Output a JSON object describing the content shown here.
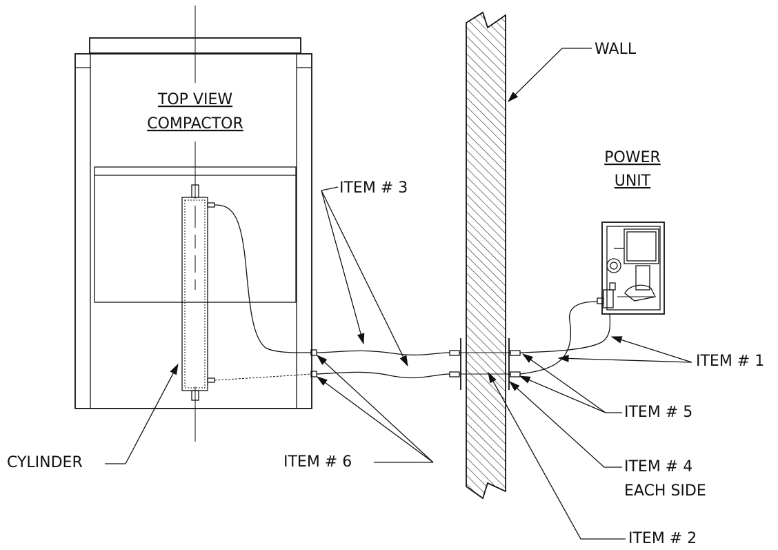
{
  "labels": {
    "top_view_line1": "TOP VIEW",
    "top_view_line2": "COMPACTOR",
    "power_line1": "POWER",
    "power_line2": "UNIT",
    "wall": "WALL",
    "item3": "ITEM # 3",
    "item1": "ITEM # 1",
    "item5": "ITEM # 5",
    "item4_line1": "ITEM # 4",
    "item4_line2": "EACH SIDE",
    "item6": "ITEM # 6",
    "item2": "ITEM # 2",
    "cylinder": "CYLINDER"
  }
}
